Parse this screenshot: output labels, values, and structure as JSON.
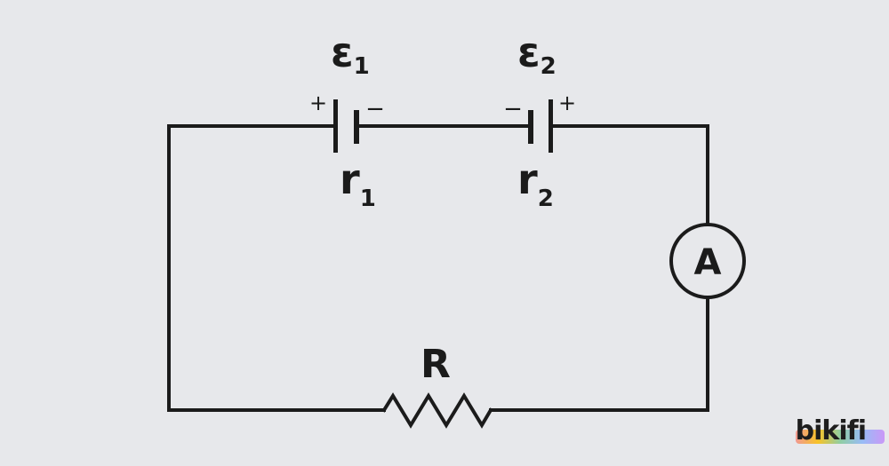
{
  "diagram": {
    "battery1": {
      "emf_symbol": "ε",
      "emf_subscript": "1",
      "resistance_symbol": "r",
      "resistance_subscript": "1",
      "plus": "+",
      "minus": "−"
    },
    "battery2": {
      "emf_symbol": "ε",
      "emf_subscript": "2",
      "resistance_symbol": "r",
      "resistance_subscript": "2",
      "plus": "+",
      "minus": "−"
    },
    "ammeter_label": "A",
    "resistor_label": "R"
  },
  "branding": {
    "logo_text": "bikifi",
    "colors": [
      "#f28b82",
      "#fbbc04",
      "#81c995",
      "#8ab4f8",
      "#c58af9"
    ]
  },
  "colors": {
    "background": "#e7e8eb",
    "wire": "#1b1b1b"
  }
}
